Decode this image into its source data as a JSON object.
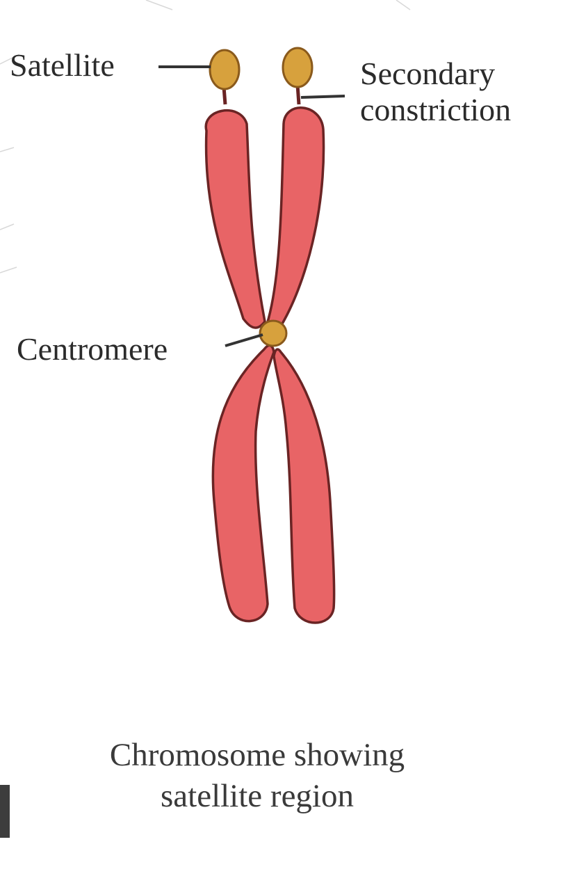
{
  "diagram": {
    "labels": {
      "satellite": "Satellite",
      "secondary_line1": "Secondary",
      "secondary_line2": "constriction",
      "centromere": "Centromere"
    },
    "caption": {
      "line1": "Chromosome showing",
      "line2": "satellite region"
    },
    "colors": {
      "chromatid_fill": "#e86466",
      "chromatid_stroke": "#6a2424",
      "satellite_fill": "#d7a13d",
      "satellite_stroke": "#8a5a1c",
      "label_text": "#2b2b2b"
    }
  }
}
